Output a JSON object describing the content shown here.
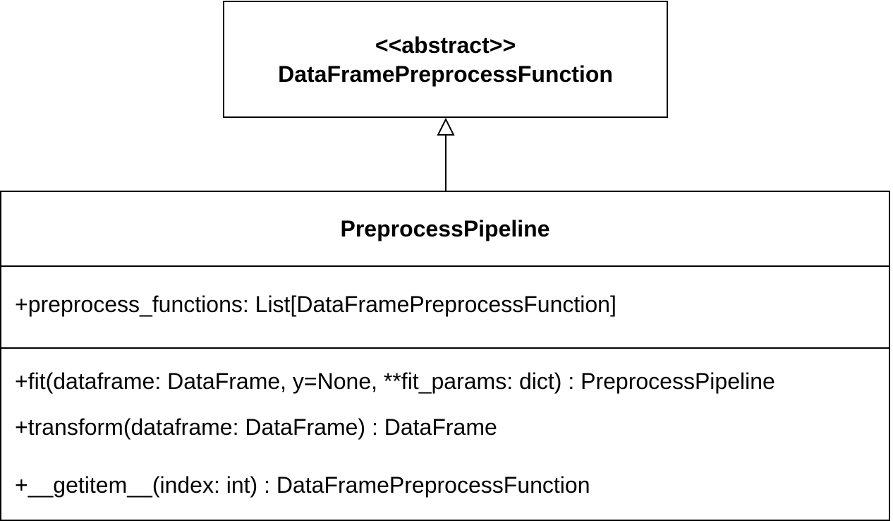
{
  "abstract_class": {
    "stereotype": "<<abstract>>",
    "name": "DataFramePreprocessFunction"
  },
  "concrete_class": {
    "name": "PreprocessPipeline",
    "attributes": [
      "+preprocess_functions: List[DataFramePreprocessFunction]"
    ],
    "operations": [
      "+fit(dataframe: DataFrame, y=None, **fit_params: dict) : PreprocessPipeline",
      "+transform(dataframe: DataFrame) : DataFrame",
      "+__getitem__(index: int) : DataFramePreprocessFunction"
    ]
  },
  "relationship": {
    "type": "generalization"
  }
}
